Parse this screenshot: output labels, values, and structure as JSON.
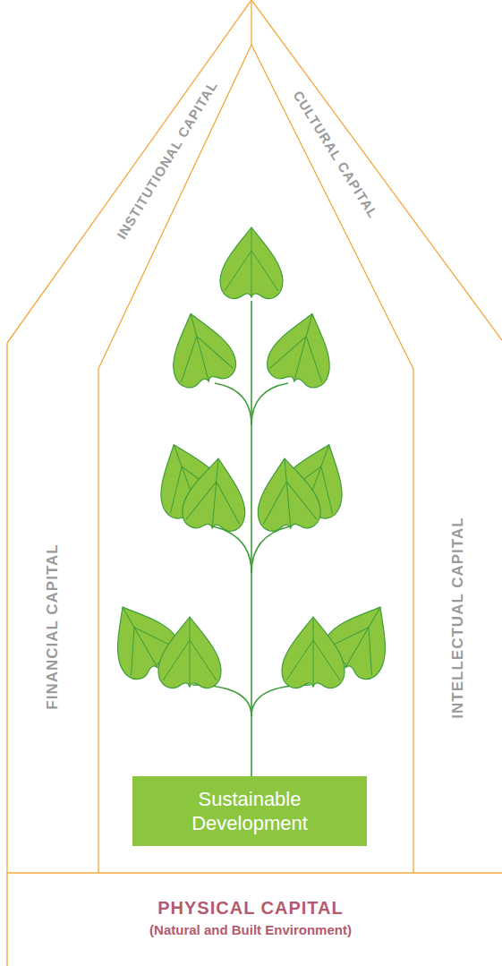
{
  "diagram": {
    "nodes": [
      {
        "text": [
          "INSTITUTIONAL CAPITAL"
        ]
      },
      {
        "text": [
          "CULTURAL CAPITAL"
        ]
      },
      {
        "text": [
          "FINANCIAL CAPITAL"
        ]
      },
      {
        "text": [
          "Sustainable Development"
        ]
      },
      {
        "text": [
          "INTELLECTUAL CAPITAL"
        ]
      },
      {
        "text": [
          "PHYSICAL CAPITAL",
          "(Natural and Built Environment)"
        ]
      }
    ]
  }
}
